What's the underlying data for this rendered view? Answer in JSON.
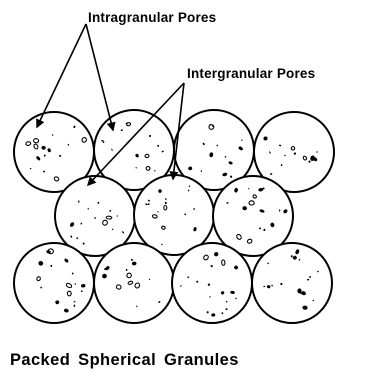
{
  "labels": {
    "intragranular": "Intragranular Pores",
    "intergranular": "Intergranular Pores",
    "caption": "Packed Spherical Granules"
  },
  "colors": {
    "ink": "#000000",
    "background": "#ffffff"
  }
}
